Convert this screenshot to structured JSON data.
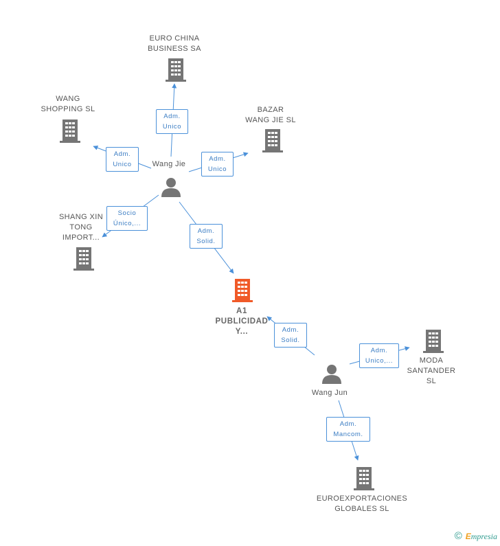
{
  "diagram": {
    "nodes": {
      "euro_china": {
        "lines": [
          "EURO CHINA",
          "BUSINESS SA"
        ],
        "icon": "building-icon",
        "color": "#757575"
      },
      "wang_shopping": {
        "lines": [
          "WANG",
          "SHOPPING SL"
        ],
        "icon": "building-icon",
        "color": "#757575"
      },
      "bazar": {
        "lines": [
          "BAZAR",
          "WANG JIE SL"
        ],
        "icon": "building-icon",
        "color": "#757575"
      },
      "wang_jie": {
        "lines": [
          "Wang Jie"
        ],
        "icon": "person-icon",
        "color": "#757575"
      },
      "shang_xin": {
        "lines": [
          "SHANG XIN",
          "TONG",
          "IMPORT..."
        ],
        "icon": "building-icon",
        "color": "#757575"
      },
      "a1": {
        "lines": [
          "A1",
          "PUBLICIDAD",
          "Y..."
        ],
        "icon": "building-icon",
        "color": "#f05a28"
      },
      "moda": {
        "lines": [
          "MODA",
          "SANTANDER",
          "SL"
        ],
        "icon": "building-icon",
        "color": "#757575"
      },
      "wang_jun": {
        "lines": [
          "Wang Jun"
        ],
        "icon": "person-icon",
        "color": "#757575"
      },
      "euroexport": {
        "lines": [
          "EUROEXPORTACIONES",
          "GLOBALES SL"
        ],
        "icon": "building-icon",
        "color": "#757575"
      }
    },
    "relations": {
      "r1": [
        "Adm.",
        "Unico"
      ],
      "r2": [
        "Adm.",
        "Unico"
      ],
      "r3": [
        "Adm.",
        "Unico"
      ],
      "r4": [
        "Socio",
        "Único,..."
      ],
      "r5": [
        "Adm.",
        "Solid."
      ],
      "r6": [
        "Adm.",
        "Solid."
      ],
      "r7": [
        "Adm.",
        "Unico,..."
      ],
      "r8": [
        "Adm.",
        "Mancom."
      ]
    },
    "edge_color": "#4a90d9"
  },
  "watermark": {
    "copyright": "©",
    "brand_initial": "E",
    "brand_rest": "mpresia"
  }
}
